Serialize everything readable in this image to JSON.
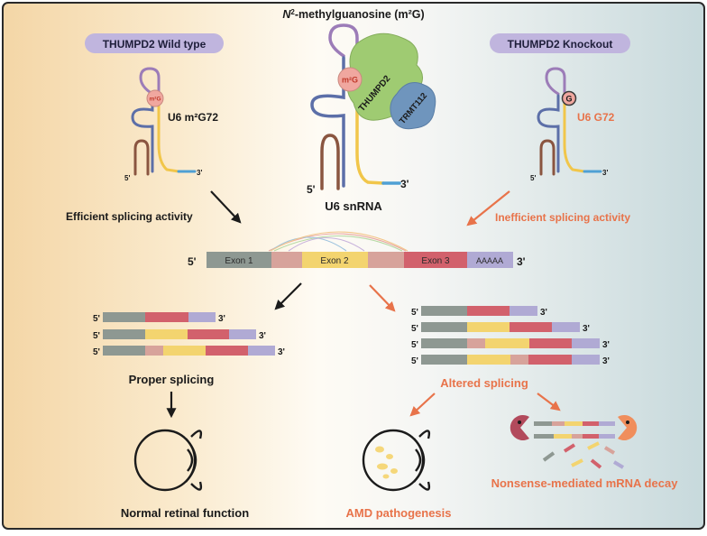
{
  "title_italic": "N",
  "title_sup": "2",
  "title_rest": "-methylguanosine (m²G)",
  "wild_type": {
    "pill": "THUMPD2 Wild type",
    "mod_badge": "m²G",
    "site": "U6 m²G72",
    "five": "5'",
    "three": "3'"
  },
  "knockout": {
    "pill": "THUMPD2 Knockout",
    "badge": "G",
    "site": "U6 G72",
    "five": "5'",
    "three": "3'"
  },
  "center": {
    "badge": "m²G",
    "enzyme1": "THUMPD2",
    "enzyme2": "TRMT112",
    "five": "5'",
    "three": "3'",
    "label": "U6 snRNA"
  },
  "efficient": "Efficient splicing activity",
  "inefficient": "Inefficient splicing activity",
  "premrna": {
    "five": "5'",
    "three": "3'",
    "exon1": "Exon 1",
    "exon2": "Exon 2",
    "exon3": "Exon 3",
    "polya": "AAAAA"
  },
  "proper": "Proper splicing",
  "altered": "Altered splicing",
  "normal": "Normal retinal function",
  "amd": "AMD pathogenesis",
  "nmd": "Nonsense-mediated mRNA decay",
  "prime5": "5'",
  "prime3": "3'",
  "colors": {
    "orange": "#e8734a",
    "exon_grey": "#8e9892",
    "intron_pink": "#d7a39b",
    "exon_yellow": "#f3d46f",
    "exon_red": "#d2616c",
    "polya_lilac": "#b0aad4",
    "pill_purple": "#c0b5de",
    "enzyme_green": "#9fcb72",
    "enzyme_blue": "#6f95bd",
    "badge_pink": "#f0a79f"
  }
}
